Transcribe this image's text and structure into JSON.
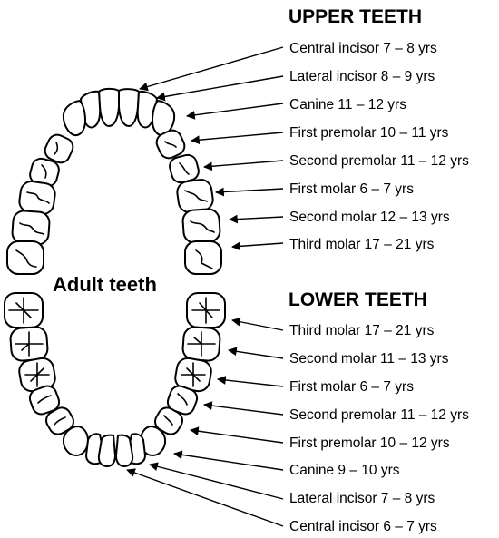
{
  "title": "Adult teeth",
  "upper": {
    "heading": "UPPER TEETH",
    "labels": [
      "Central incisor 7 – 8 yrs",
      "Lateral incisor 8 – 9 yrs",
      "Canine 11 – 12 yrs",
      "First premolar 10 – 11 yrs",
      "Second premolar 11 – 12 yrs",
      "First molar 6 – 7 yrs",
      "Second molar 12 – 13 yrs",
      "Third molar 17 – 21 yrs"
    ]
  },
  "lower": {
    "heading": "LOWER TEETH",
    "labels": [
      "Third molar 17 – 21 yrs",
      "Second molar 11 – 13 yrs",
      "First molar 6 – 7 yrs",
      "Second premolar 11 – 12 yrs",
      "First premolar 10 – 12 yrs",
      "Canine 9 – 10 yrs",
      "Lateral incisor 7 – 8 yrs",
      "Central incisor 6 – 7 yrs"
    ]
  }
}
